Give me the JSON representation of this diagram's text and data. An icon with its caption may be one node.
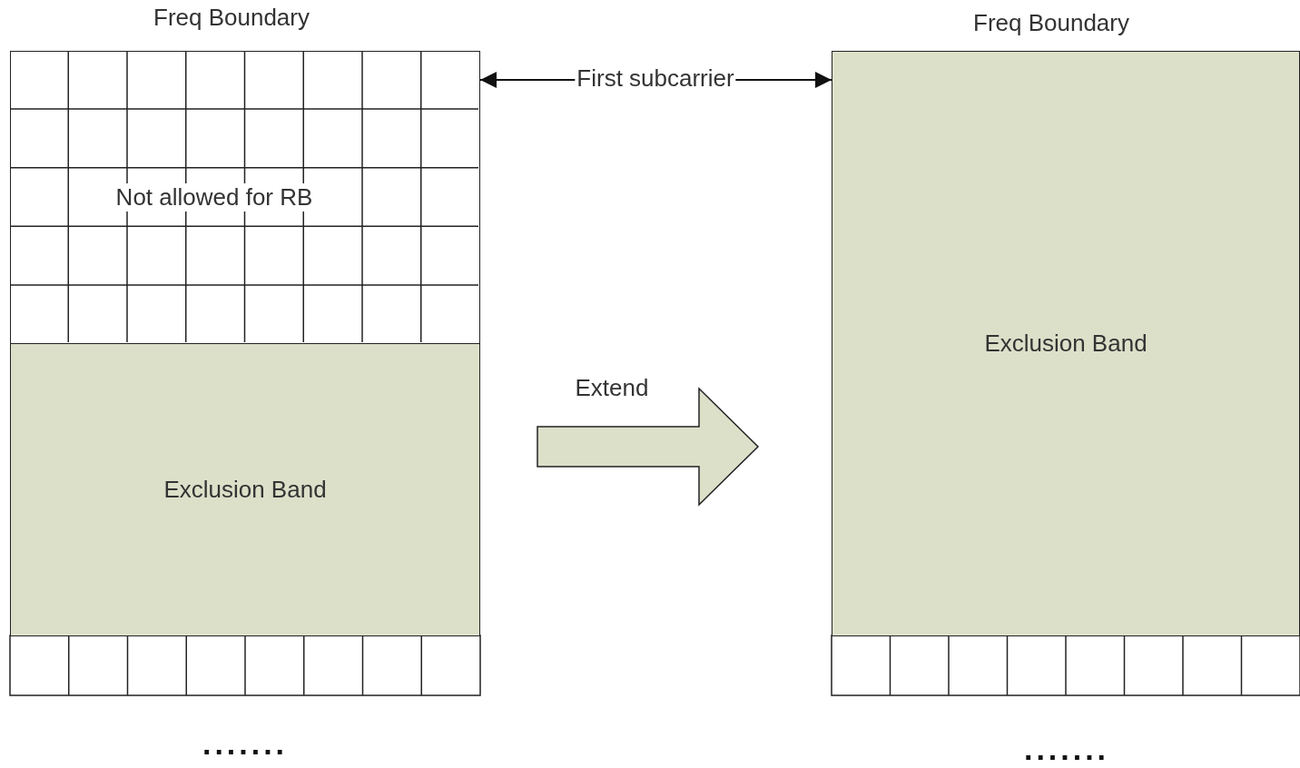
{
  "diagram": {
    "nodes": [
      {
        "text": [
          "Not allowed for RB"
        ]
      },
      {
        "text": [
          "Exclusion Band"
        ]
      },
      {
        "text": [
          "Exclusion Band"
        ]
      }
    ],
    "edges": [
      {
        "from": 0,
        "to": 2,
        "arrow": "both",
        "label": "First subcarrier"
      },
      {
        "from": 1,
        "to": 2,
        "arrow": "to",
        "style": "thick"
      }
    ],
    "labels": [
      "Freq Boundary",
      "Freq Boundary",
      "Extend",
      ".......",
      "......."
    ]
  }
}
